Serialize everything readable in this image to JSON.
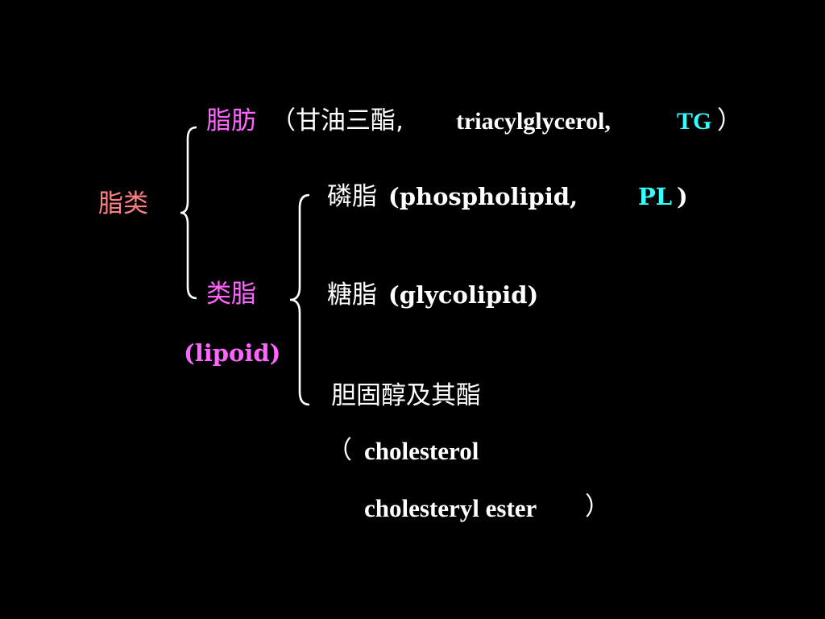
{
  "colors": {
    "background": "#000000",
    "text": "#ffffff",
    "pink": "#ff66ff",
    "salmon": "#ff8080",
    "cyan": "#33ffff"
  },
  "root": {
    "label": "脂类"
  },
  "fat": {
    "label": "脂肪",
    "paren_open": "（甘油三酯,",
    "english": "triacylglycerol,",
    "abbr": "TG",
    "paren_close": "）"
  },
  "lipoid": {
    "label": "类脂",
    "english": "(lipoid)"
  },
  "phospholipid": {
    "label": "磷脂",
    "english": "(phospholipid,",
    "abbr": "PL",
    "paren_close": ")"
  },
  "glycolipid": {
    "label": "糖脂",
    "english": "(glycolipid)"
  },
  "cholesterol": {
    "label": "胆固醇及其酯",
    "paren_open": "（",
    "line1": "cholesterol",
    "line2": "cholesteryl ester",
    "paren_close": "）"
  }
}
